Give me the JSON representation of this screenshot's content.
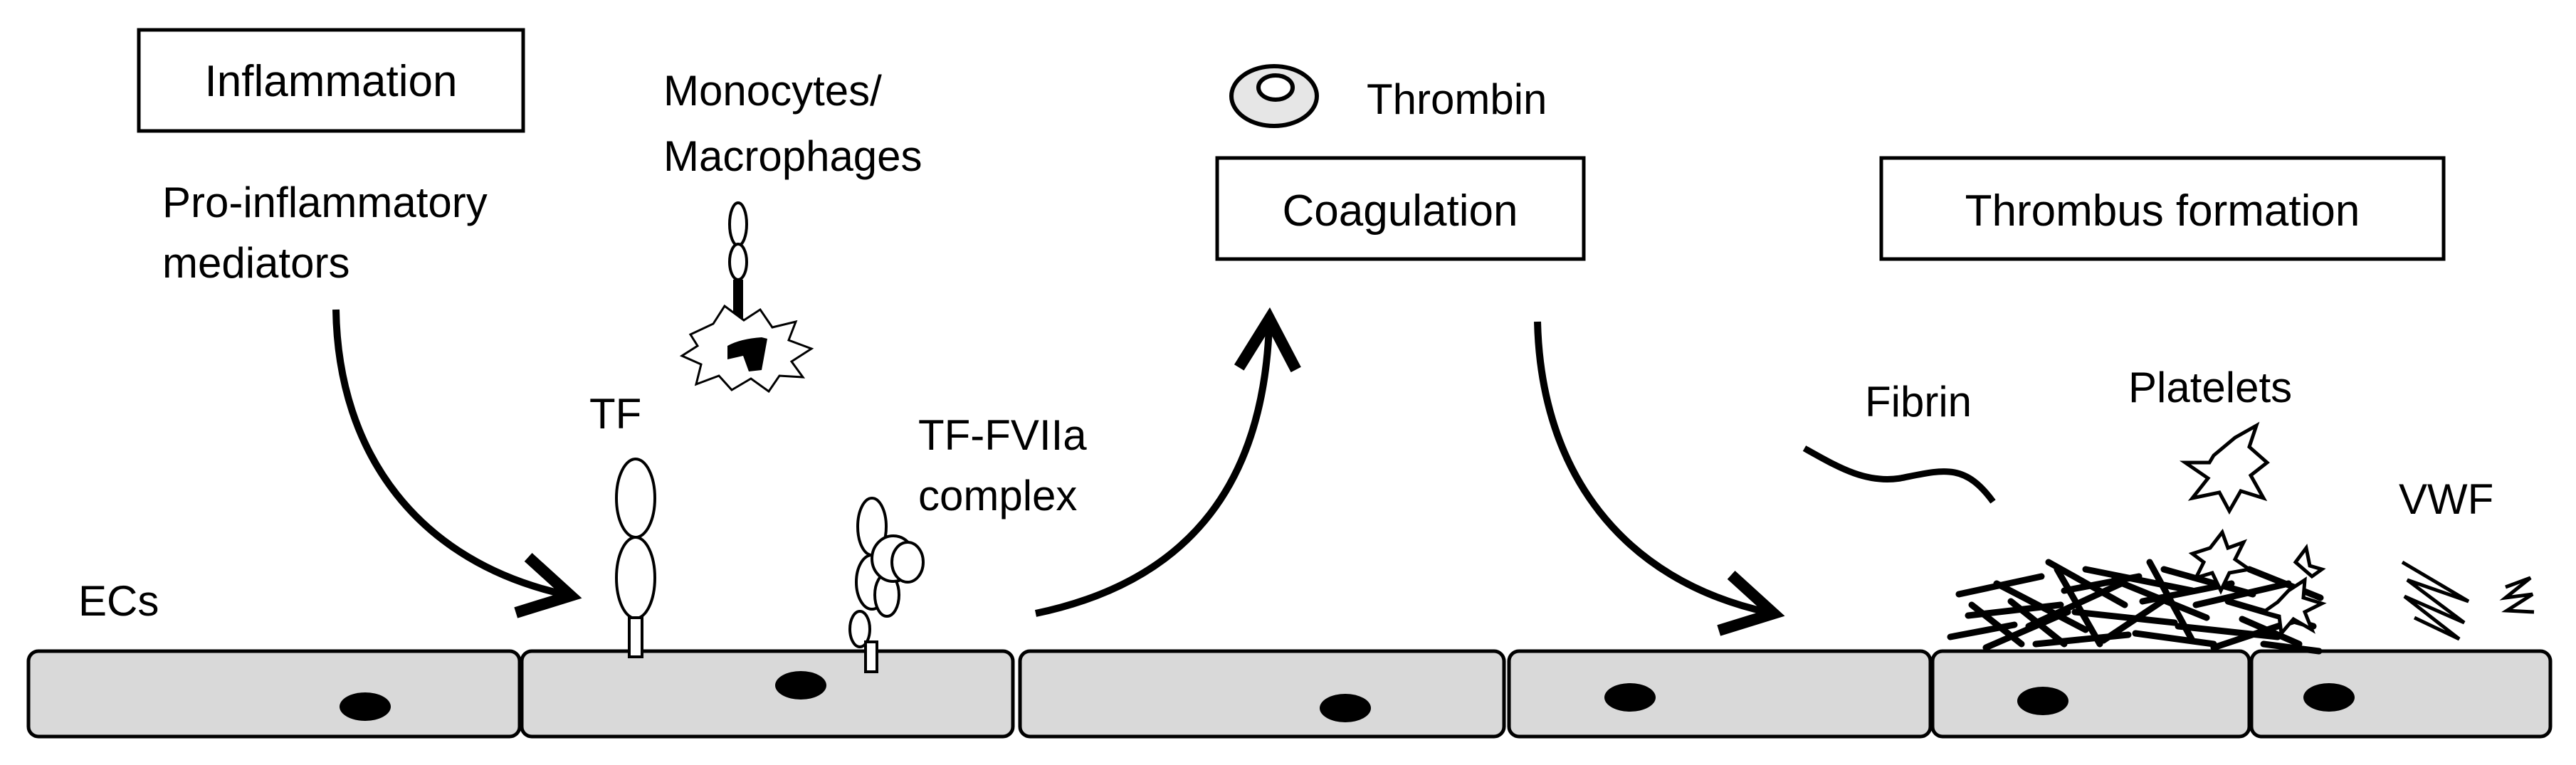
{
  "labels": {
    "inflammation": "Inflammation",
    "pro_inflammatory_1": "Pro-inflammatory",
    "pro_inflammatory_2": "mediators",
    "monocytes_1": "Monocytes/",
    "monocytes_2": "Macrophages",
    "thrombin": "Thrombin",
    "coagulation": "Coagulation",
    "thrombus_formation": "Thrombus formation",
    "tf": "TF",
    "tf_fviia_1": "TF-FVIIa",
    "tf_fviia_2": "complex",
    "ecs": "ECs",
    "fibrin": "Fibrin",
    "platelets": "Platelets",
    "vwf": "VWF"
  },
  "colors": {
    "cell_fill": "#d9d9d9",
    "line": "#000000",
    "background": "#ffffff"
  }
}
